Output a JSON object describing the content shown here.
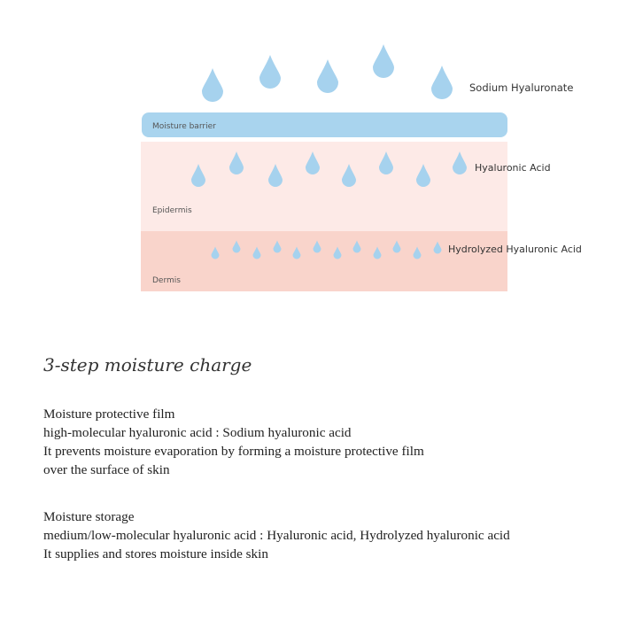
{
  "diagram": {
    "callouts": {
      "sodium": "Sodium Hyaluronate",
      "ha": "Hyaluronic Acid",
      "hydrolyzed": "Hydrolyzed Hyaluronic Acid"
    },
    "layers": {
      "barrier": "Moisture barrier",
      "epidermis": "Epidermis",
      "dermis": "Dermis"
    },
    "colors": {
      "drop": "#a6d2ee",
      "barrier": "#a9d4ee",
      "epidermis": "#fdeae7",
      "dermis": "#f9d4cb"
    },
    "drop_icon": "water-drop-icon"
  },
  "content": {
    "heading": "3-step moisture charge",
    "sections": [
      {
        "lines": [
          "Moisture protective film",
          "high-molecular hyaluronic acid : Sodium hyaluronic acid",
          "It prevents moisture evaporation by forming a moisture protective film",
          "over the surface of skin"
        ]
      },
      {
        "lines": [
          "Moisture storage",
          "medium/low-molecular hyaluronic acid : Hyaluronic acid, Hydrolyzed hyaluronic acid",
          "It supplies and stores moisture inside skin"
        ]
      }
    ]
  }
}
